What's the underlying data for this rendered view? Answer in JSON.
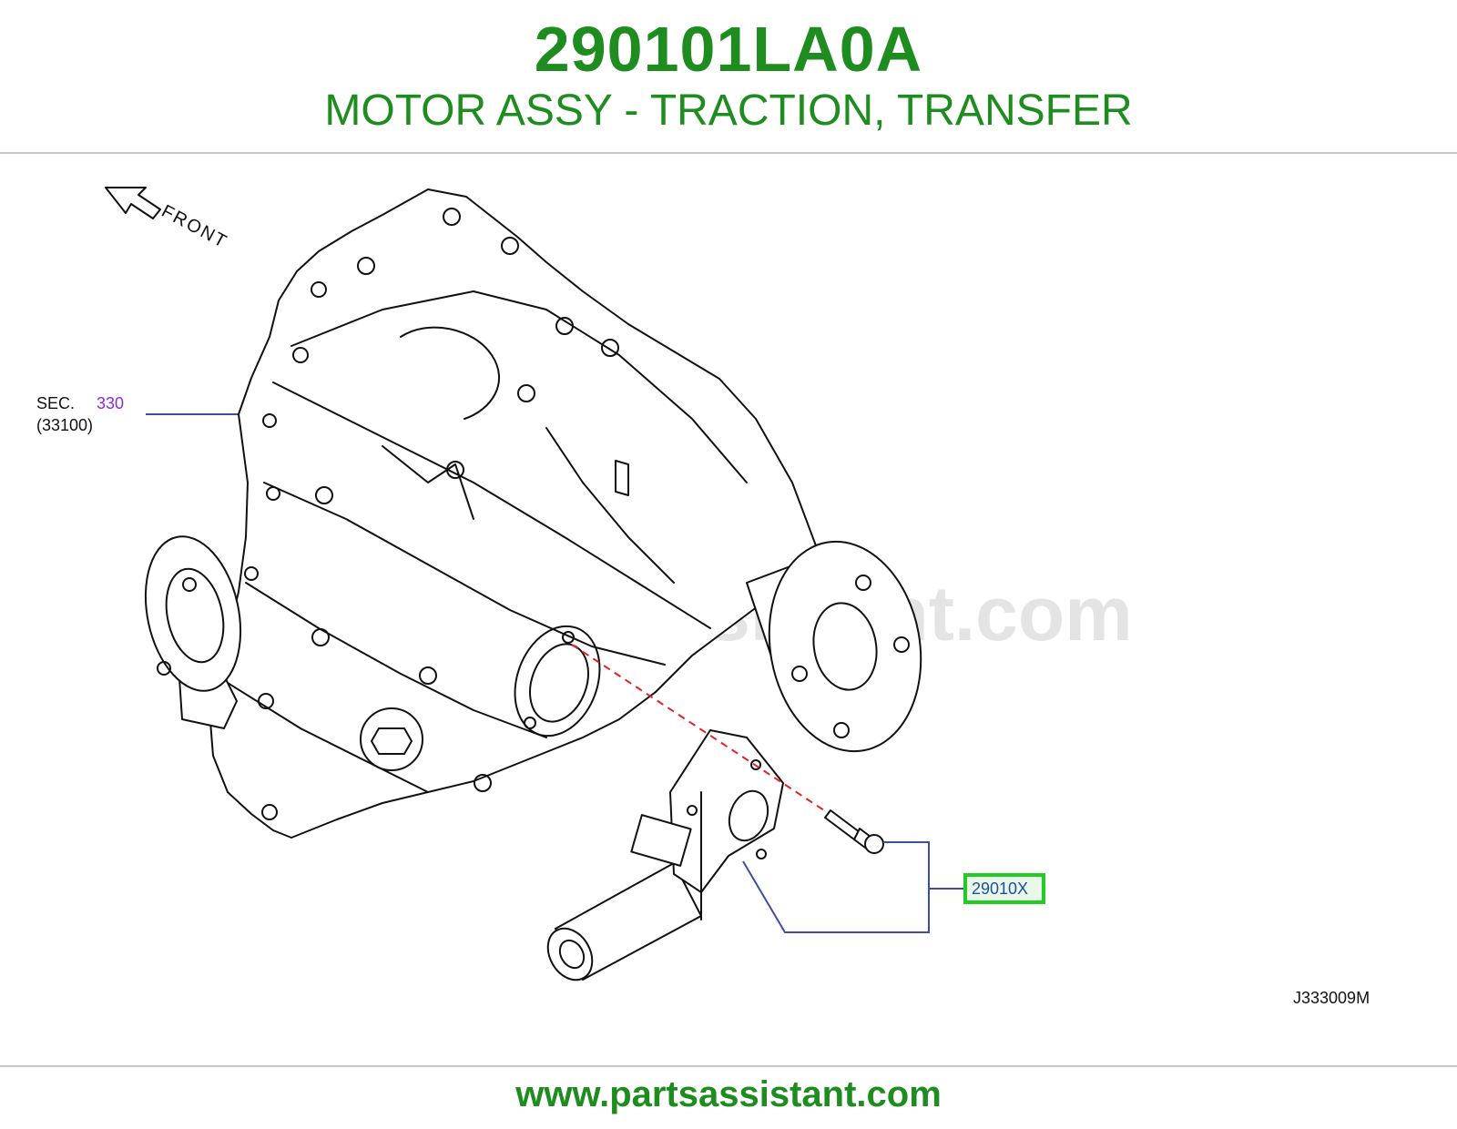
{
  "header": {
    "part_number": "290101LA0A",
    "part_name": "MOTOR ASSY - TRACTION, TRANSFER"
  },
  "diagram": {
    "direction_label": "FRONT",
    "section_ref": {
      "prefix": "SEC.",
      "section": "330",
      "sub_code": "(33100)"
    },
    "callout": {
      "code": "29010X",
      "highlight_color": "#22cc22"
    },
    "watermark": "www.partsassistant.com",
    "figure_code": "J333009M"
  },
  "footer": {
    "url": "www.partsassistant.com"
  },
  "colors": {
    "brand_green": "#1e8c1e",
    "leader_blue": "#3a4fa0",
    "link_purple": "#8a2be2",
    "dash_red": "#e02424"
  }
}
